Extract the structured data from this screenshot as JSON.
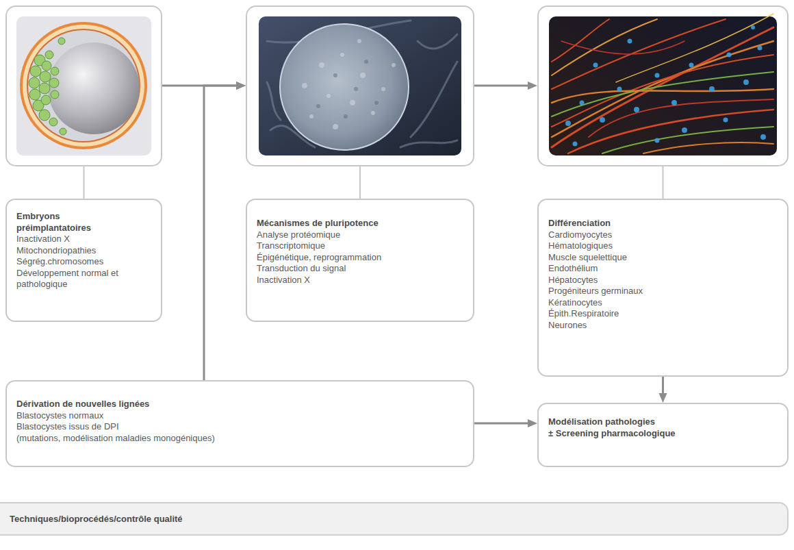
{
  "diagram": {
    "nodes": [
      {
        "text": [
          "Embryons préimplantatoires",
          "Inactivation X",
          "Mitochondriopathies",
          "Ségrég.chromosomes",
          "Développement normal et pathologique"
        ]
      },
      {
        "text": [
          "Mécanismes de pluripotence",
          "Analyse protéomique",
          "Transcriptomique",
          "Épigénétique, reprogrammation",
          "Transduction du signal",
          "Inactivation X"
        ]
      },
      {
        "text": [
          "Différenciation",
          "Cardiomyocytes",
          "Hématologiques",
          "Muscle squelettique",
          "Endothélium",
          "Hépatocytes",
          "Progéniteurs germinaux",
          "Kératinocytes",
          "Épith.Respiratoire",
          "Neurones"
        ]
      },
      {
        "text": [
          "Dérivation de nouvelles lignées",
          "Blastocystes normaux",
          "Blastocystes issus de DPI",
          "(mutations, modélisation maladies monogéniques)"
        ]
      },
      {
        "text": [
          "Modélisation pathologies",
          "± Screening pharmacologique"
        ]
      },
      {
        "text": [
          "Techniques/bioprocédés/contrôle qualité"
        ]
      }
    ],
    "edges": [
      {
        "from": 0,
        "to": 1,
        "arrow": "to"
      },
      {
        "from": 1,
        "to": 2,
        "arrow": "to"
      },
      {
        "from": 3,
        "to": 1,
        "arrow": "to"
      },
      {
        "from": 2,
        "to": 4,
        "arrow": "to"
      },
      {
        "from": 3,
        "to": 4,
        "arrow": "to"
      }
    ]
  }
}
